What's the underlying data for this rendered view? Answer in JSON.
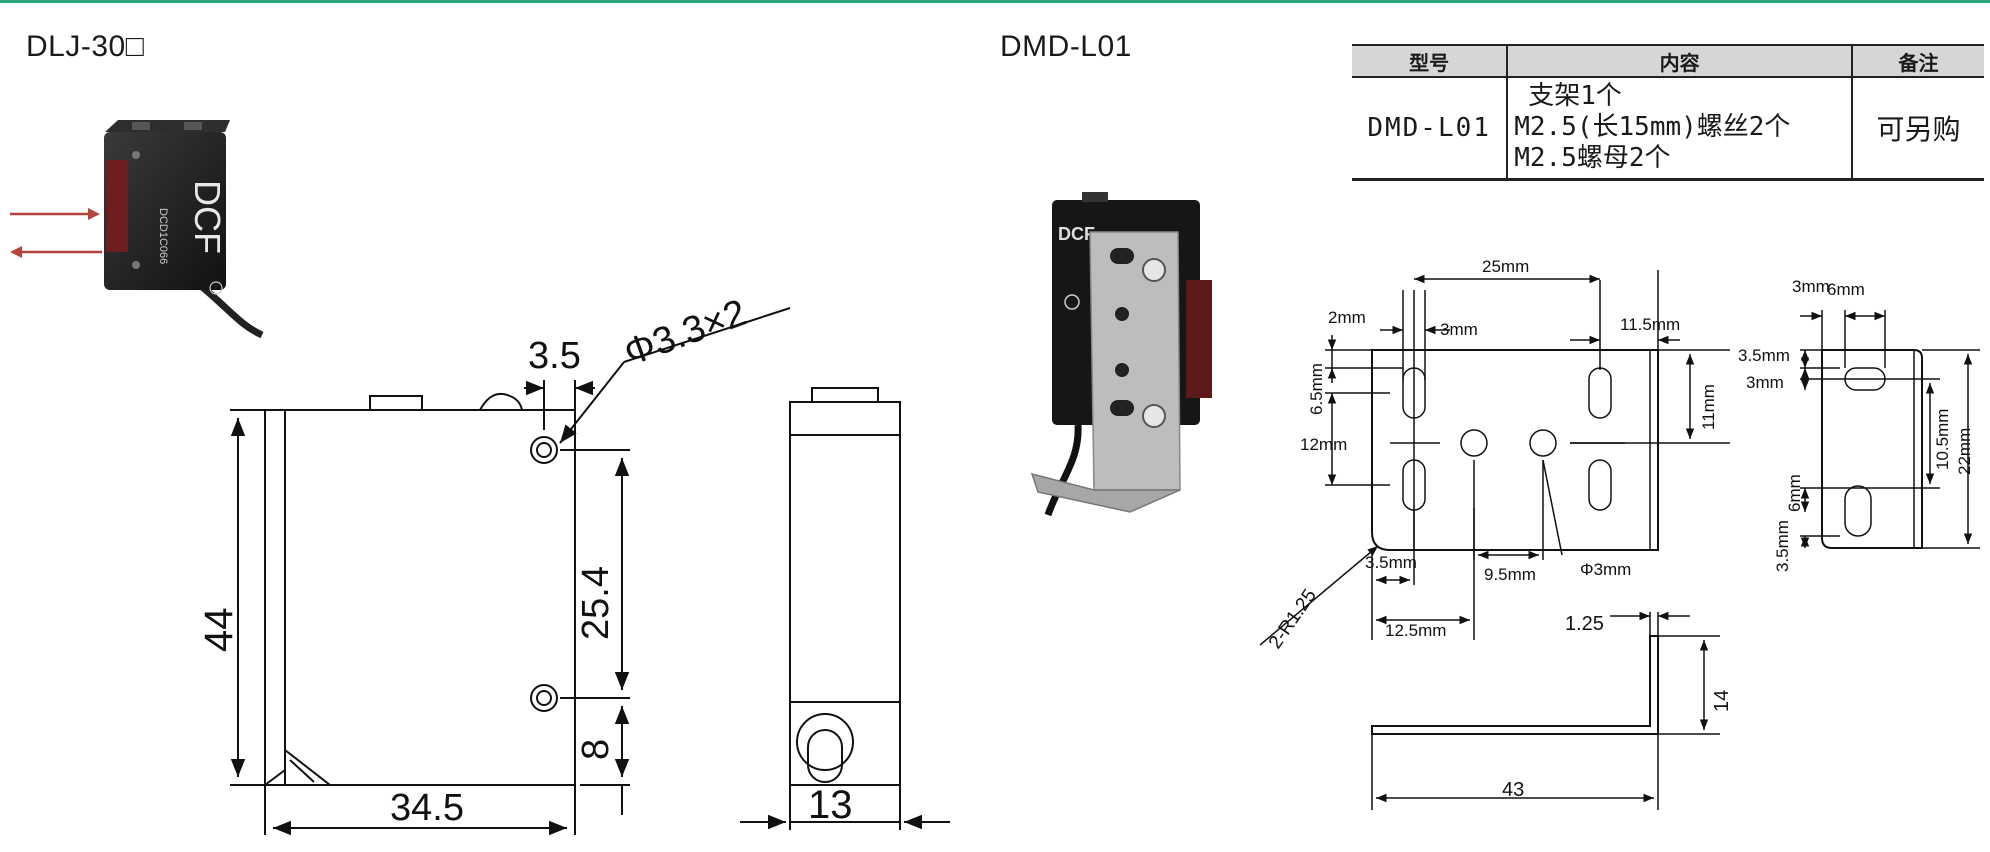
{
  "titles": {
    "left": "DLJ-30□",
    "right": "DMD-L01"
  },
  "photo_left": {
    "brand": "DCF",
    "model_code": "DCD1C066"
  },
  "photo_right": {
    "brand": "DCF"
  },
  "table": {
    "headers": [
      "型号",
      "内容",
      "备注"
    ],
    "row": {
      "model": "DMD-L01",
      "content_lines": [
        "支架1个",
        "M2.5(长15mm)螺丝2个",
        "M2.5螺母2个"
      ],
      "note": "可另购"
    }
  },
  "sensor_drawing": {
    "dims": {
      "offset": "3.5",
      "hole": "Φ3.3×2",
      "height": "44",
      "hole_pitch": "25.4",
      "hole_bottom": "8",
      "width": "34.5",
      "depth": "13"
    }
  },
  "bracket_drawing": {
    "dims": {
      "length_25": "25mm",
      "d_2": "2mm",
      "d_3": "3mm",
      "d_11_5": "11.5mm",
      "d_6_5": "6.5mm",
      "d_12": "12mm",
      "d_11": "11mm",
      "radius": "2-R1.25",
      "d_3_5": "3.5mm",
      "d_9_5": "9.5mm",
      "d_12_5": "12.5mm",
      "hole_small": "Φ3mm",
      "side_3": "3mm",
      "side_6": "6mm",
      "side_3_5a": "3.5mm",
      "side_3b": "3mm",
      "side_10_5": "10.5mm",
      "side_22": "22mm",
      "side_6b": "6mm",
      "side_3_5b": "3.5mm",
      "thickness": "1.25",
      "height_14": "14",
      "length_43": "43"
    }
  }
}
